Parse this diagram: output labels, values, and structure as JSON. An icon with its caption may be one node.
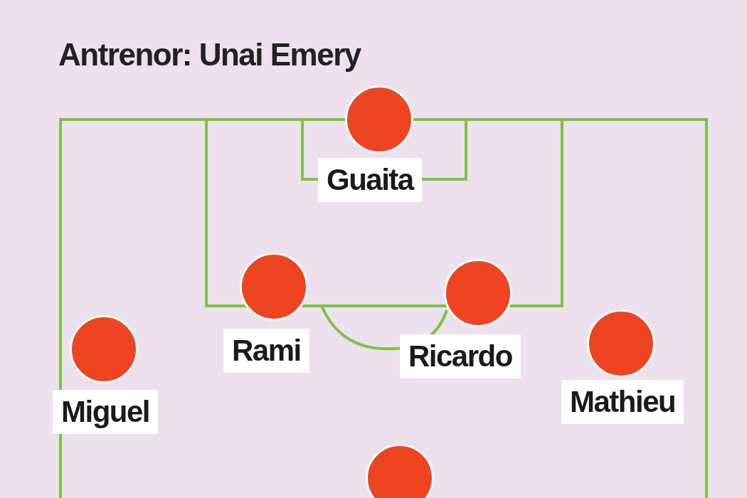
{
  "diagram": {
    "title": "Antrenor: Unai Emery",
    "nodes": [
      {
        "text": [],
        "shape": "circle",
        "beside": [
          "Guaita"
        ]
      },
      {
        "text": [],
        "shape": "circle",
        "beside": [
          "Rami"
        ]
      },
      {
        "text": [],
        "shape": "circle",
        "beside": [
          "Ricardo"
        ]
      },
      {
        "text": [],
        "shape": "circle",
        "beside": [
          "Miguel"
        ]
      },
      {
        "text": [],
        "shape": "circle",
        "beside": [
          "Mathieu"
        ]
      },
      {
        "text": [],
        "shape": "circle"
      }
    ]
  }
}
